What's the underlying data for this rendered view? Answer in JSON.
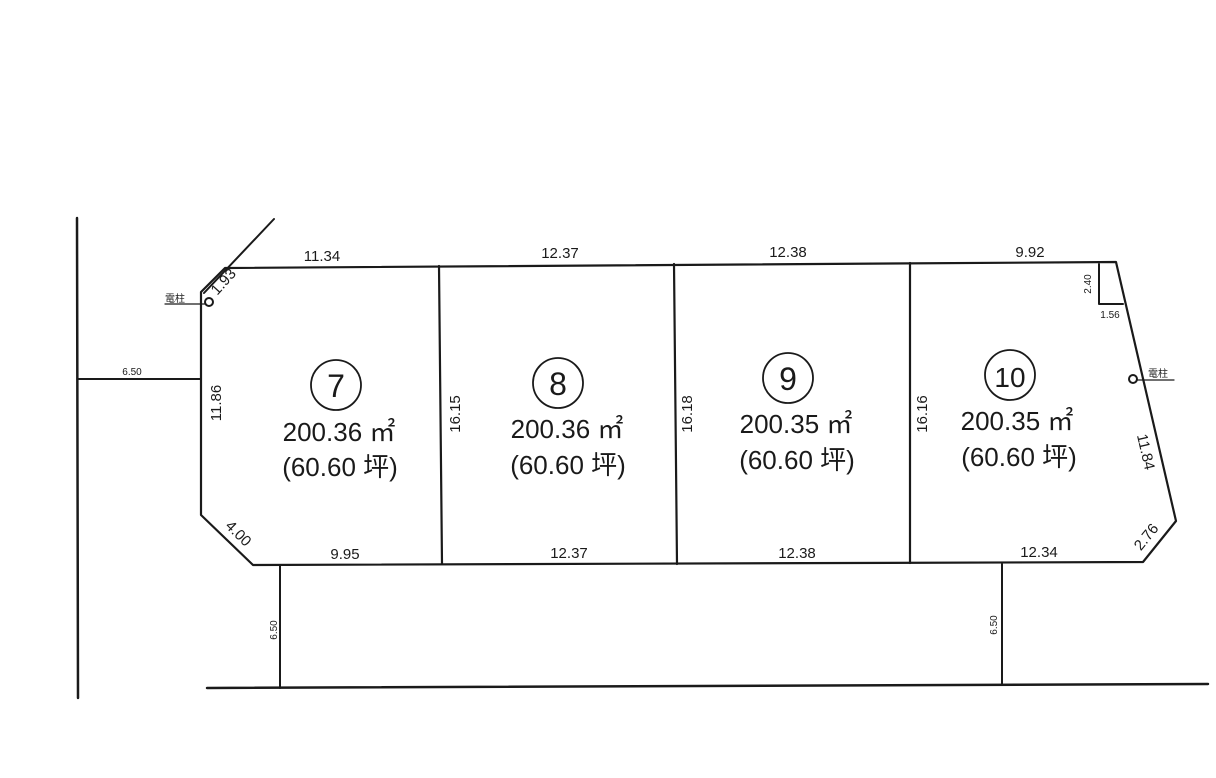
{
  "lots": [
    {
      "number": "7",
      "area": "200.36 ㎡",
      "tsubo": "(60.60 坪)"
    },
    {
      "number": "8",
      "area": "200.36 ㎡",
      "tsubo": "(60.60 坪)"
    },
    {
      "number": "9",
      "area": "200.35 ㎡",
      "tsubo": "(60.60 坪)"
    },
    {
      "number": "10",
      "area": "200.35 ㎡",
      "tsubo": "(60.60 坪)"
    }
  ],
  "dimensions": {
    "top": [
      "11.34",
      "12.37",
      "12.38",
      "9.92"
    ],
    "bottom": [
      "9.95",
      "12.37",
      "12.38",
      "12.34"
    ],
    "dividers": [
      "16.15",
      "16.18",
      "16.16"
    ],
    "left_side": "11.86",
    "right_side": "11.84",
    "corner_top_left": "1.93",
    "corner_bottom_left": "4.00",
    "corner_bottom_right": "2.76",
    "notch_height": "2.40",
    "notch_width": "1.56",
    "road_left": "6.50",
    "road_bottom_left": "6.50",
    "road_bottom_right": "6.50"
  },
  "utility_pole_label": "電柱",
  "colors": {
    "line": "#1a1a1a",
    "background": "#ffffff"
  }
}
